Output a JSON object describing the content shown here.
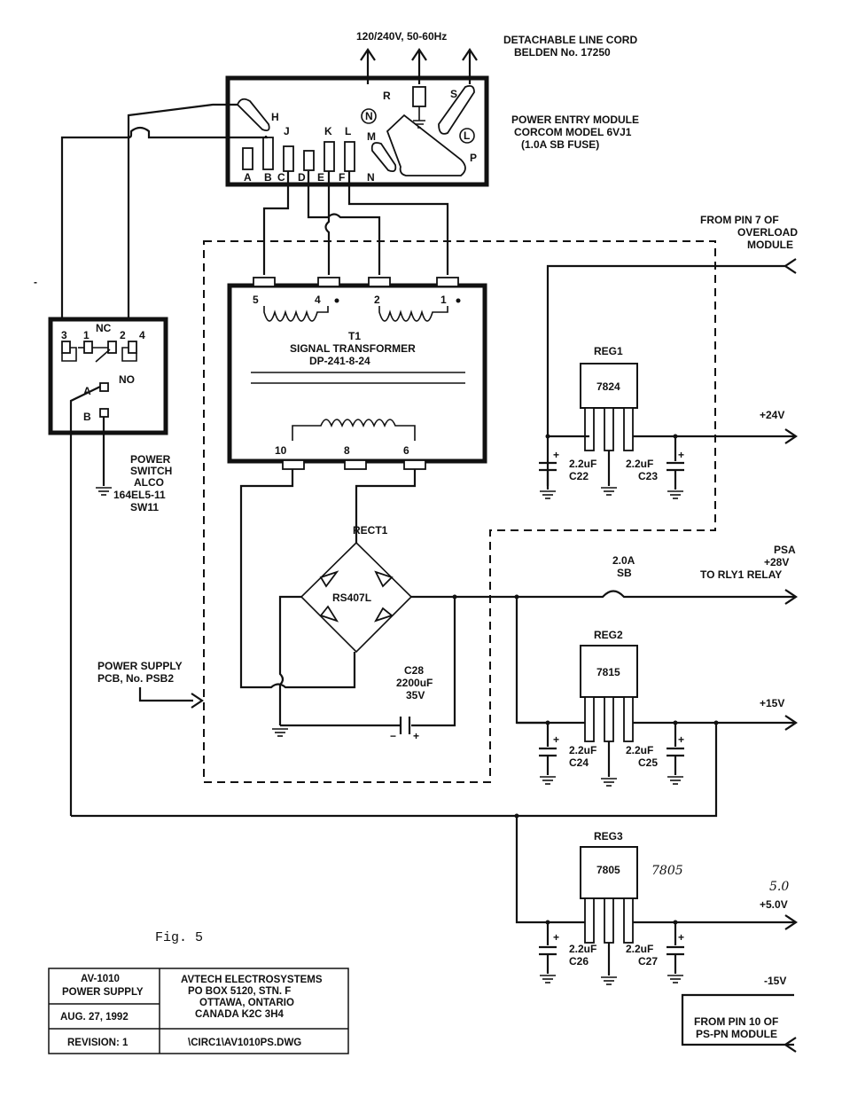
{
  "line_voltage": "120/240V, 50-60Hz",
  "line_cord": {
    "line1": "DETACHABLE LINE CORD",
    "line2": "BELDEN No. 17250"
  },
  "pem": {
    "line1": "POWER ENTRY MODULE",
    "line2": "CORCOM MODEL 6VJ1",
    "line3": "(1.0A SB FUSE)",
    "terminals": [
      "A",
      "B",
      "C",
      "D",
      "E",
      "F",
      "H",
      "J",
      "K",
      "L",
      "M",
      "N",
      "P",
      "R",
      "S"
    ],
    "sym_n": "N",
    "sym_l": "L"
  },
  "transformer": {
    "ref": "T1",
    "name": "SIGNAL TRANSFORMER",
    "part": "DP-241-8-24",
    "pins": [
      "5",
      "4",
      "2",
      "1",
      "10",
      "8",
      "6"
    ]
  },
  "switch": {
    "pins": [
      "3",
      "1",
      "NC",
      "2",
      "4",
      "NO",
      "A",
      "B"
    ],
    "line1": "POWER",
    "line2": "SWITCH",
    "line3": "ALCO",
    "line4": "164EL5-11",
    "line5": "SW11"
  },
  "overload": {
    "line1": "FROM PIN 7 OF",
    "line2": "OVERLOAD",
    "line3": "MODULE"
  },
  "reg1": {
    "ref": "REG1",
    "part": "7824"
  },
  "reg2": {
    "ref": "REG2",
    "part": "7815"
  },
  "reg3": {
    "ref": "REG3",
    "part": "7805",
    "hand_note": "7805"
  },
  "rails": {
    "p24": "+24V",
    "p15": "+15V",
    "p5": "+5.0V",
    "p5_hand": "5.0",
    "m15": "-15V",
    "psa1": "PSA",
    "psa2": "+28V",
    "psa3": "TO RLY1 RELAY"
  },
  "fuse": {
    "value": "2.0A",
    "type": "SB"
  },
  "rect": {
    "ref": "RECT1",
    "part": "RS407L"
  },
  "c28": {
    "ref": "C28",
    "value": "2200uF",
    "volt": "35V"
  },
  "caps": {
    "c22": "C22",
    "c23": "C23",
    "c24": "C24",
    "c25": "C25",
    "c26": "C26",
    "c27": "C27",
    "val": "2.2uF"
  },
  "pcb": {
    "line1": "POWER SUPPLY",
    "line2": "PCB, No. PSB2"
  },
  "psp": {
    "line1": "FROM PIN 10 OF",
    "line2": "PS-PN MODULE"
  },
  "fig": "Fig. 5",
  "title_block": {
    "product1": "AV-1010",
    "product2": "POWER SUPPLY",
    "date": "AUG. 27, 1992",
    "revision": "REVISION: 1",
    "company1": "AVTECH ELECTROSYSTEMS",
    "company2": "PO BOX 5120, STN. F",
    "company3": "OTTAWA, ONTARIO",
    "company4": "CANADA   K2C 3H4",
    "file": "\\CIRC1\\AV1010PS.DWG"
  }
}
